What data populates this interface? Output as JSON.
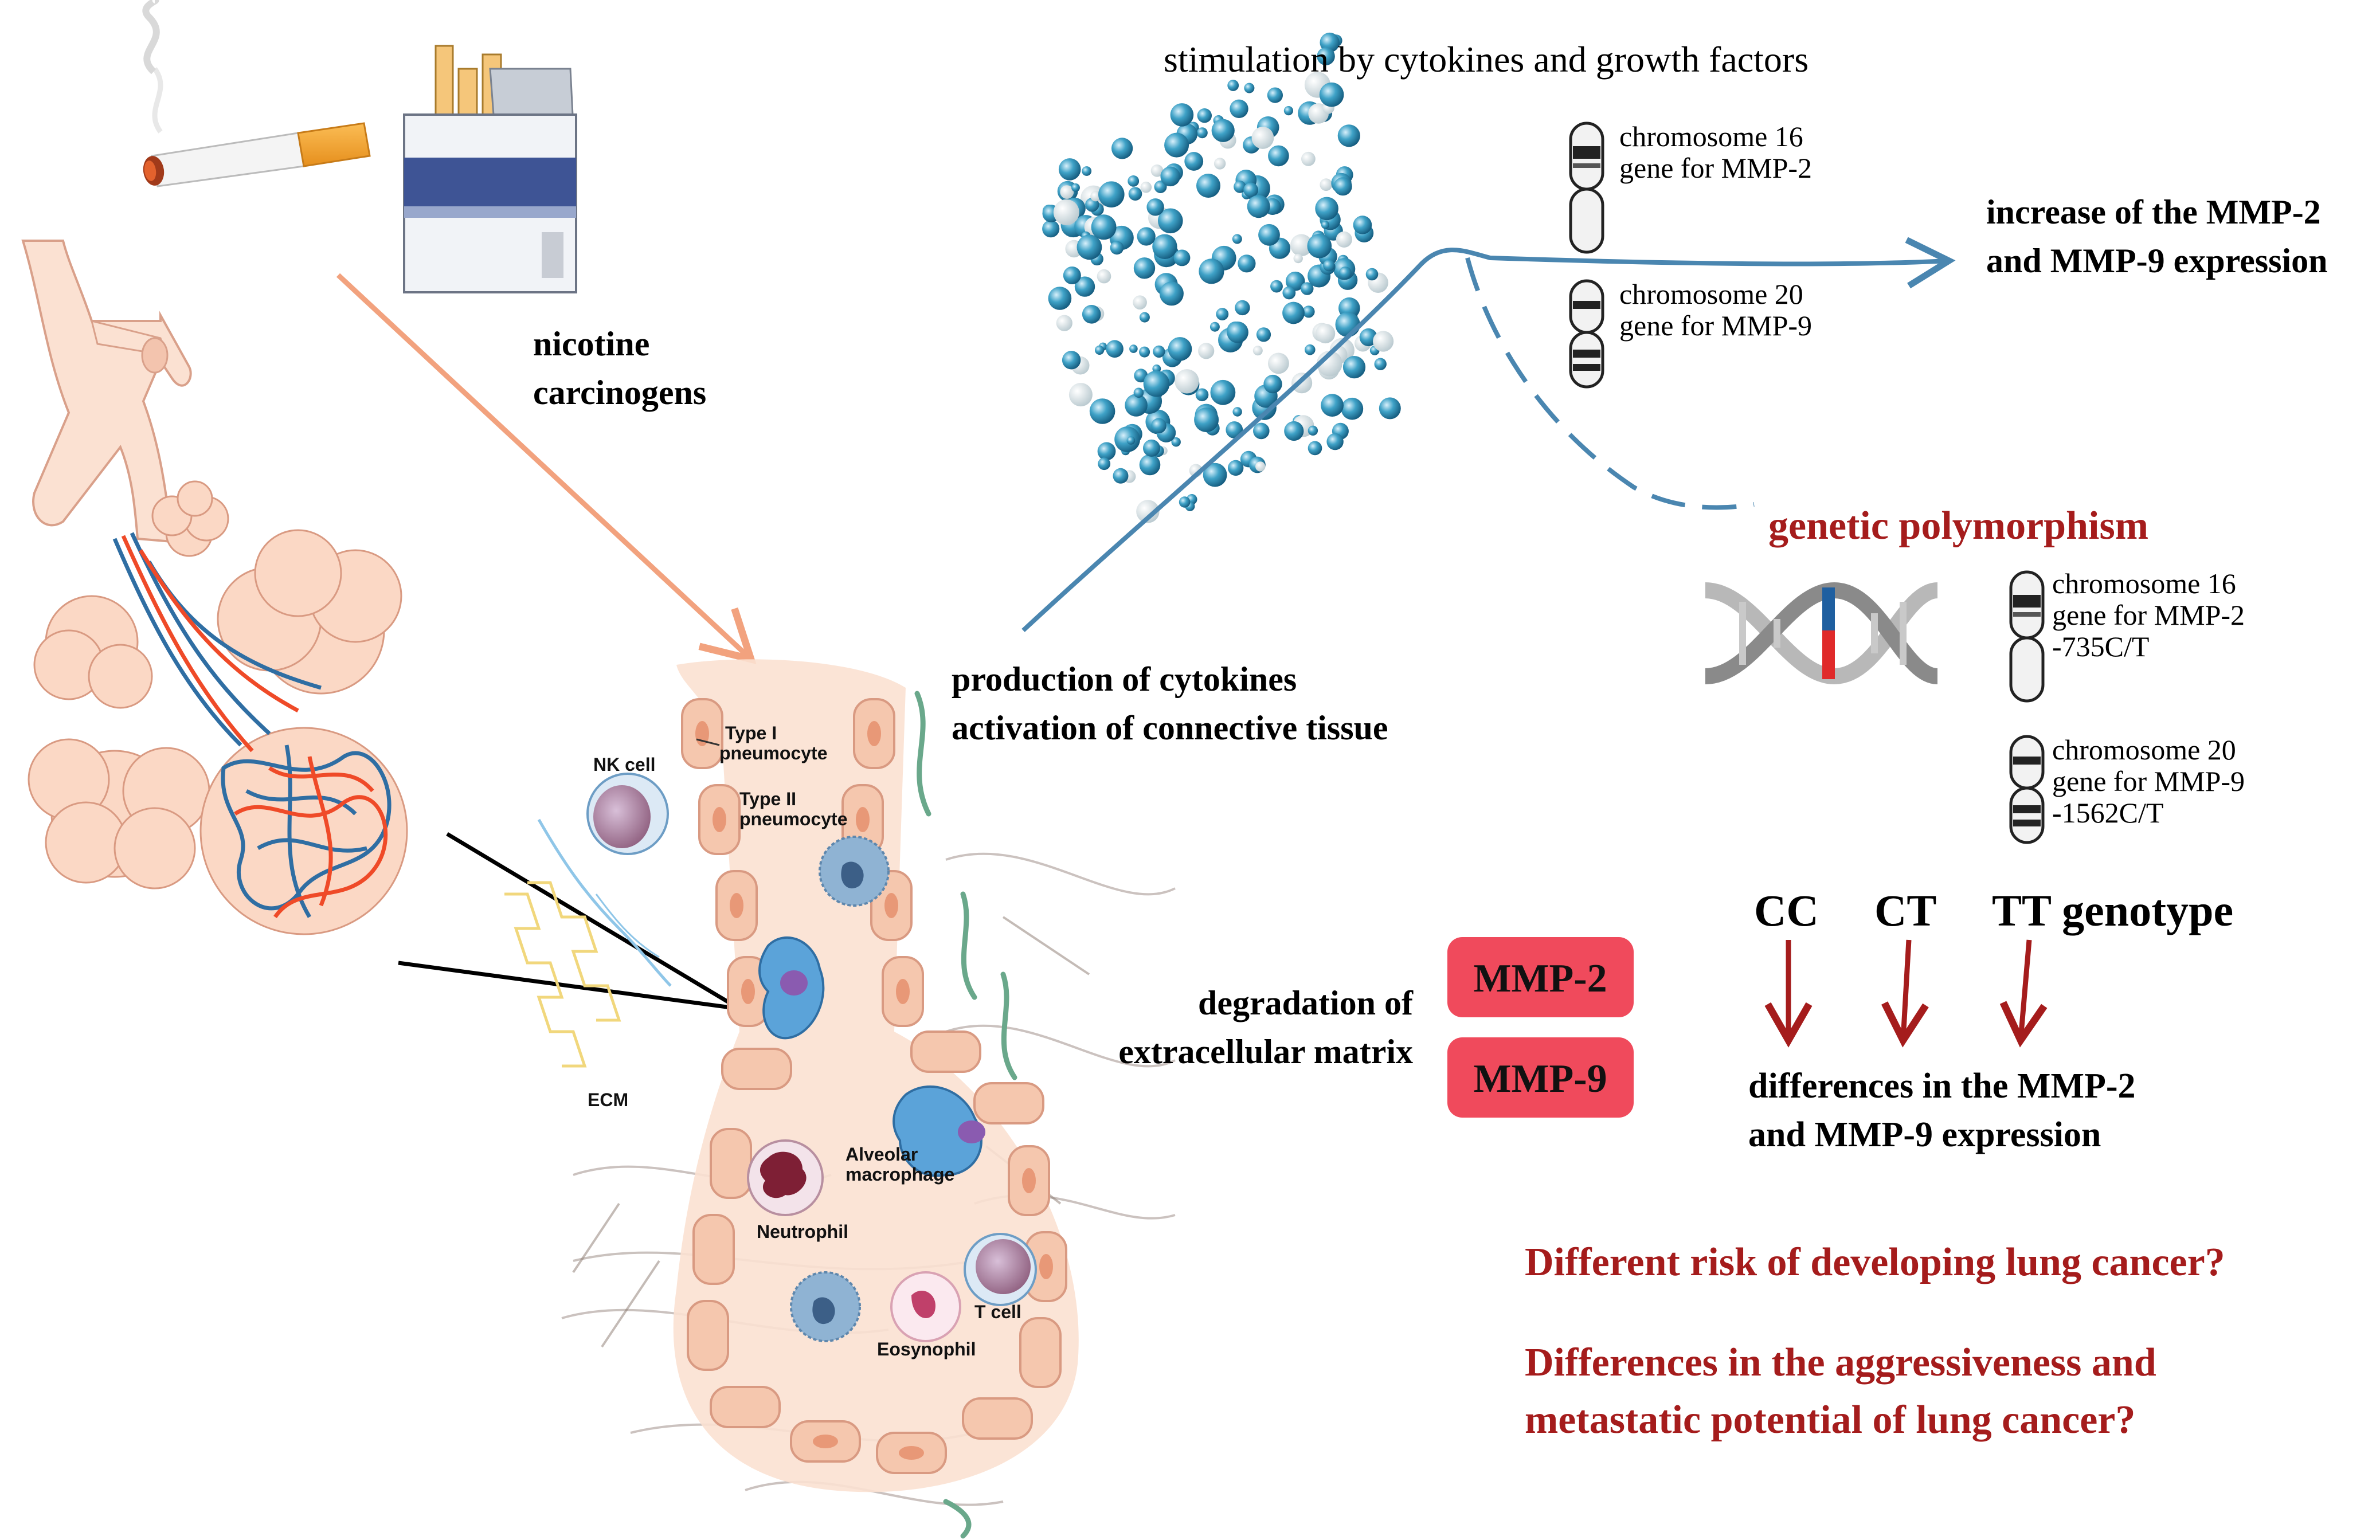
{
  "top_label": "stimulation by cytokines and growth factors",
  "exposure": {
    "line1": "nicotine",
    "line2": "carcinogens"
  },
  "chromosomes_top": [
    {
      "line1": "chromosome 16",
      "line2": "gene for MMP-2"
    },
    {
      "line1": "chromosome 20",
      "line2": "gene for MMP-9"
    }
  ],
  "increase": {
    "line1": "increase of the MMP-2",
    "line2": "and MMP-9 expression"
  },
  "production": {
    "line1": "production of cytokines",
    "line2": "activation of connective tissue"
  },
  "genetic_title": "genetic polymorphism",
  "chromosomes_poly": [
    {
      "line1": "chromosome 16",
      "line2": "gene for MMP-2",
      "line3": "-735C/T"
    },
    {
      "line1": "chromosome 20",
      "line2": "gene for MMP-9",
      "line3": "-1562C/T"
    }
  ],
  "genotypes": {
    "cc": "CC",
    "ct": "CT",
    "tt": "TT genotype"
  },
  "degradation": {
    "line1": "degradation of",
    "line2": "extracellular matrix"
  },
  "mmp_boxes": {
    "mmp2": "MMP-2",
    "mmp9": "MMP-9"
  },
  "differences": {
    "line1": "differences in the MMP-2",
    "line2": "and MMP-9 expression"
  },
  "questions": {
    "q1": "Different risk of developing lung cancer?",
    "q2_line1": "Differences in the aggressiveness and",
    "q2_line2": "metastatic potential of lung cancer?"
  },
  "cell_labels": {
    "type1": "Type I",
    "type1b": "pneumocyte",
    "type2": "Type II",
    "type2b": "pneumocyte",
    "nk": "NK cell",
    "ecm": "ECM",
    "alveolar": "Alveolar",
    "alveolar_b": "macrophage",
    "neutrophil": "Neutrophil",
    "tcell": "T cell",
    "eosinophil": "Eosynophil"
  },
  "colors": {
    "dark_red": "#a51c1c",
    "mmp_box": "#f04a5c",
    "blue_line": "#4a86b0",
    "salmon_arrow": "#f2a27e",
    "tissue": "#fbe1d2",
    "pneumocyte": "#f5c7ae"
  },
  "icons": [
    "cigarette-icon",
    "cigarette-pack-icon",
    "lungs-bronchi-icon",
    "chromosome-icon",
    "dna-helix-icon",
    "particle-cloud-icon",
    "alveolus-icon"
  ]
}
